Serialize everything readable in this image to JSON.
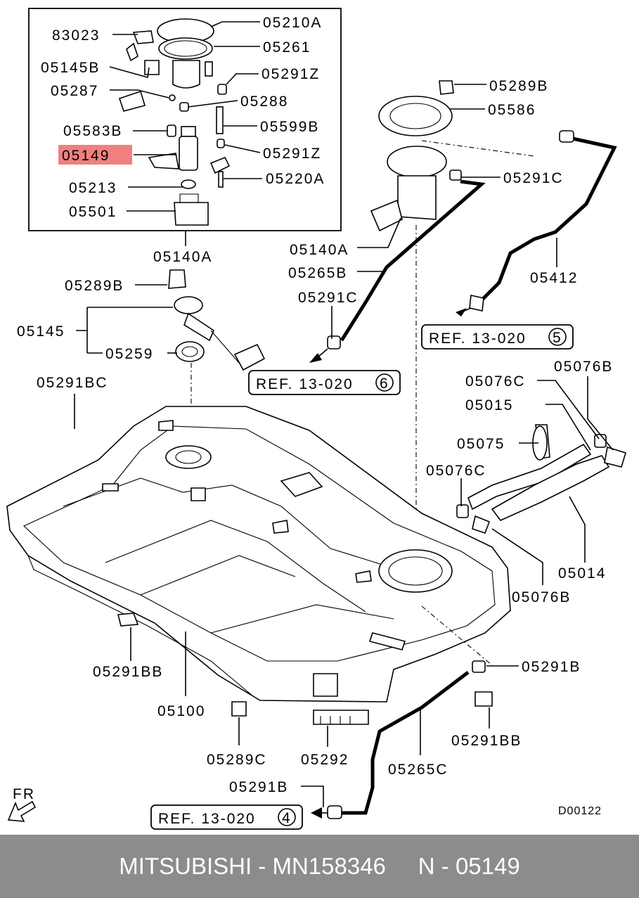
{
  "diagram": {
    "callouts": {
      "c83023": "83023",
      "c05210A": "05210A",
      "c05261": "05261",
      "c05145B": "05145B",
      "c05291Z_a": "05291Z",
      "c05287": "05287",
      "c05288": "05288",
      "c05583B": "05583B",
      "c05599B": "05599B",
      "c05149": "05149",
      "c05291Z_b": "05291Z",
      "c05213": "05213",
      "c05220A": "05220A",
      "c05501": "05501",
      "c05140A_box": "05140A",
      "c05289B_a": "05289B",
      "c05586": "05586",
      "c05291C_a": "05291C",
      "c05140A": "05140A",
      "c05265B": "05265B",
      "c05412": "05412",
      "c05291C_b": "05291C",
      "c05289B_b": "05289B",
      "c05145": "05145",
      "c05259": "05259",
      "c05291BC": "05291BC",
      "c05076C_a": "05076C",
      "c05076B_a": "05076B",
      "c05015": "05015",
      "c05075": "05075",
      "c05076C_b": "05076C",
      "c05014": "05014",
      "c05076B_b": "05076B",
      "c05291BB_a": "05291BB",
      "c05100": "05100",
      "c05291B_a": "05291B",
      "c05289C": "05289C",
      "c05292": "05292",
      "c05265C": "05265C",
      "c05291BB_b": "05291BB",
      "c05291B_b": "05291B"
    },
    "references": {
      "ref5_text": "REF. 13-020",
      "ref5_num": "5",
      "ref6_text": "REF. 13-020",
      "ref6_num": "6",
      "ref4_text": "REF. 13-020",
      "ref4_num": "4"
    },
    "front_marker": "FR",
    "diagram_code": "D00122",
    "highlight_color": "#f08080"
  },
  "footer": {
    "brand": "MITSUBISHI",
    "separator_a": " - ",
    "part_number": "MN158346",
    "gap": "     ",
    "n_label": "N",
    "separator_b": " - ",
    "ref_number": "05149"
  }
}
